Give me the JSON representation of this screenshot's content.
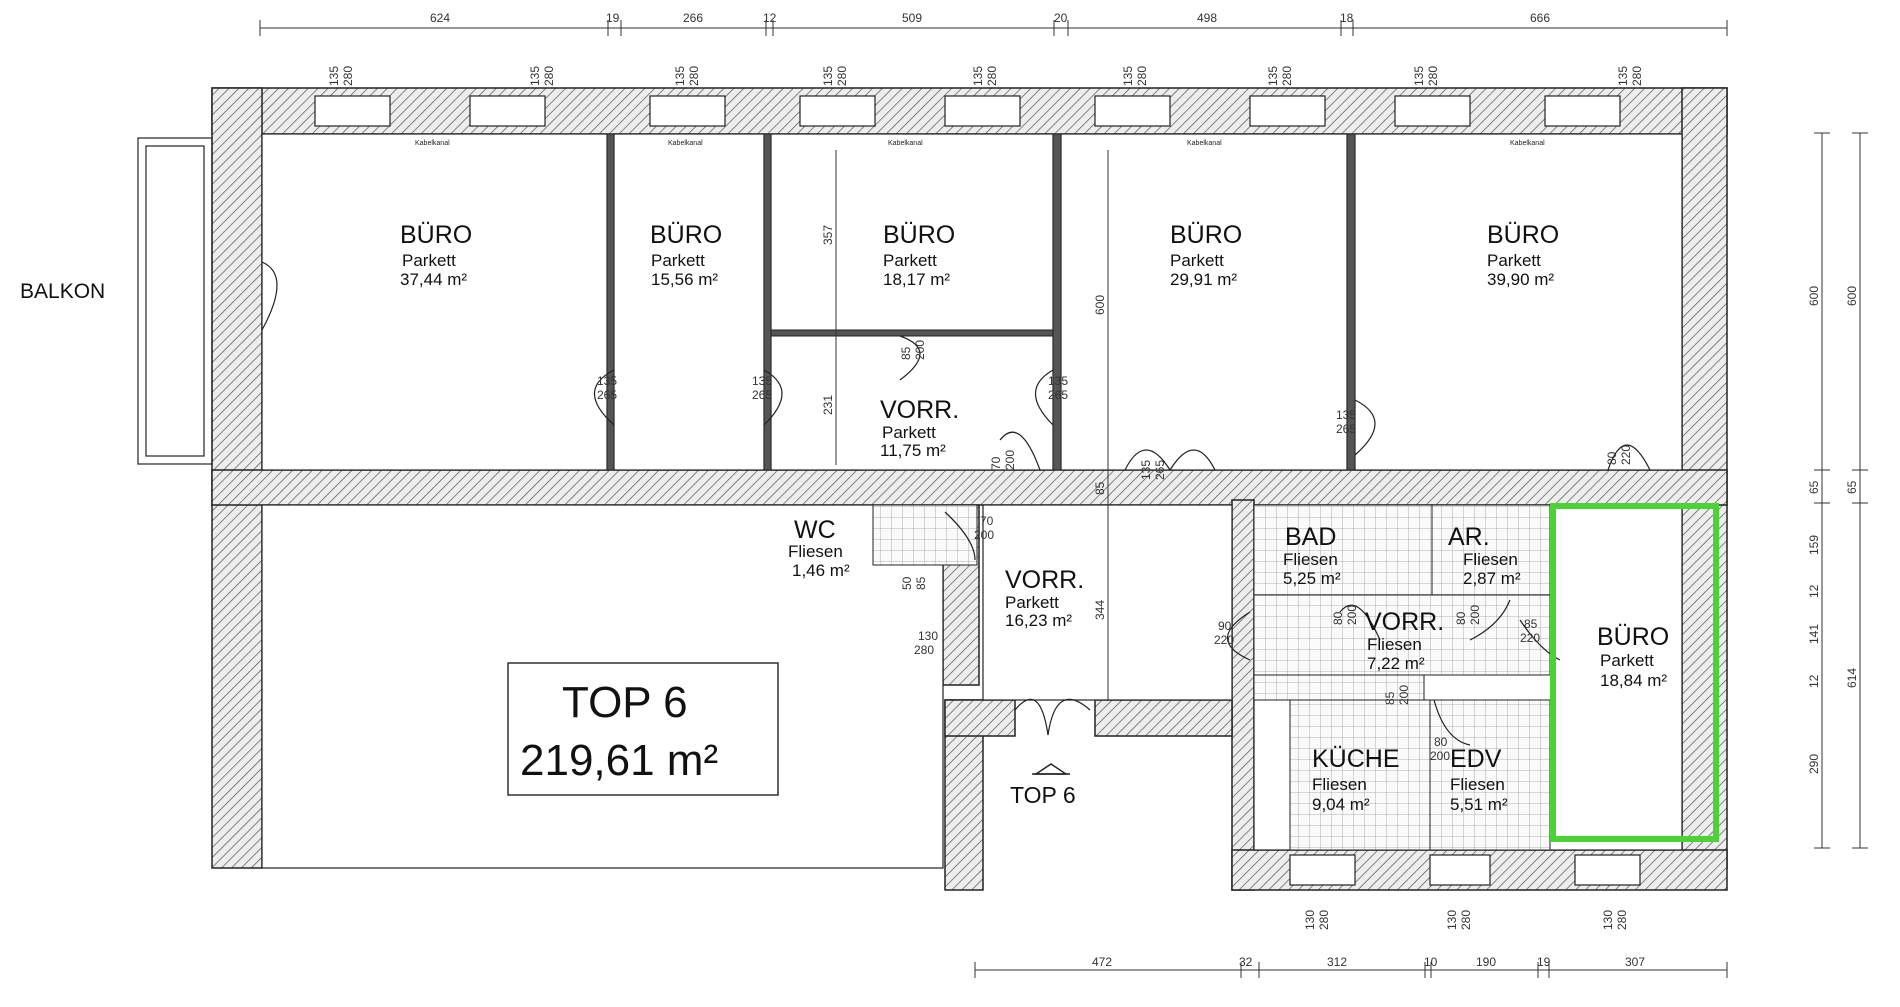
{
  "title": {
    "name": "TOP 6",
    "area": "219,61 m²"
  },
  "balcony_label": "BALKON",
  "entrance_label": "TOP 6",
  "accent_color": "#4cd137",
  "rooms": [
    {
      "name": "BÜRO",
      "floor": "Parkett",
      "area": "37,44 m²"
    },
    {
      "name": "BÜRO",
      "floor": "Parkett",
      "area": "15,56 m²"
    },
    {
      "name": "BÜRO",
      "floor": "Parkett",
      "area": "18,17 m²"
    },
    {
      "name": "BÜRO",
      "floor": "Parkett",
      "area": "29,91 m²"
    },
    {
      "name": "BÜRO",
      "floor": "Parkett",
      "area": "39,90 m²"
    },
    {
      "name": "VORR.",
      "floor": "Parkett",
      "area": "11,75 m²"
    },
    {
      "name": "WC",
      "floor": "Fliesen",
      "area": "1,46 m²"
    },
    {
      "name": "VORR.",
      "floor": "Parkett",
      "area": "16,23 m²"
    },
    {
      "name": "BAD",
      "floor": "Fliesen",
      "area": "5,25 m²"
    },
    {
      "name": "AR.",
      "floor": "Fliesen",
      "area": "2,87 m²"
    },
    {
      "name": "VORR.",
      "floor": "Fliesen",
      "area": "7,22 m²"
    },
    {
      "name": "KÜCHE",
      "floor": "Fliesen",
      "area": "9,04 m²"
    },
    {
      "name": "EDV",
      "floor": "Fliesen",
      "area": "5,51 m²"
    },
    {
      "name": "BÜRO",
      "floor": "Parkett",
      "area": "18,84 m²"
    }
  ],
  "dims_top": [
    "624",
    "19",
    "266",
    "12",
    "509",
    "20",
    "498",
    "18",
    "666"
  ],
  "dims_bottom": [
    "472",
    "32",
    "312",
    "10",
    "190",
    "19",
    "307"
  ],
  "dims_right_outer": [
    "600",
    "65",
    "614"
  ],
  "dims_right_inner": [
    "600",
    "65",
    "159",
    "12",
    "141",
    "12",
    "290"
  ],
  "window_labels": [
    [
      "135",
      "280"
    ],
    [
      "135",
      "280"
    ],
    [
      "135",
      "280"
    ],
    [
      "135",
      "280"
    ],
    [
      "135",
      "280"
    ],
    [
      "135",
      "280"
    ],
    [
      "135",
      "280"
    ],
    [
      "135",
      "280"
    ],
    [
      "135",
      "280"
    ]
  ],
  "bottom_window_labels": [
    [
      "130",
      "280"
    ],
    [
      "130",
      "280"
    ],
    [
      "130",
      "280"
    ]
  ],
  "kabelkanal": "Kabelkanal",
  "door_labels": [
    [
      "135",
      "265"
    ],
    [
      "135",
      "265"
    ],
    [
      "135",
      "265"
    ],
    [
      "135",
      "265"
    ],
    [
      "85",
      "200"
    ],
    [
      "80",
      "220"
    ],
    [
      "70",
      "200"
    ],
    [
      "70",
      "200"
    ],
    [
      "135",
      "265"
    ],
    [
      "50",
      "85"
    ],
    [
      "130",
      "280"
    ],
    [
      "90",
      "220"
    ],
    [
      "80",
      "200"
    ],
    [
      "80",
      "200"
    ],
    [
      "85",
      "220"
    ],
    [
      "85",
      "200"
    ],
    [
      "80",
      "200"
    ]
  ],
  "misc_dims": [
    "357",
    "231",
    "600",
    "85",
    "344"
  ]
}
